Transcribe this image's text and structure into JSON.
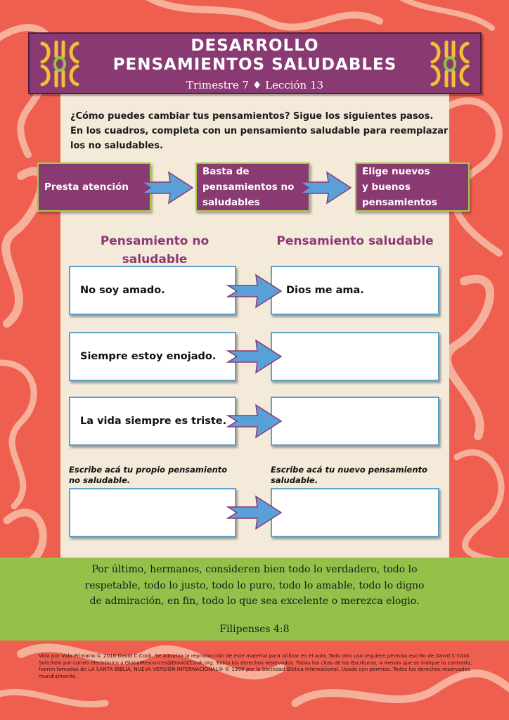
{
  "header": {
    "title_line1": "DESARROLLO",
    "title_line2": "PENSAMIENTOS SALUDABLES",
    "subtitle": "Trimestre 7 ♦ Lección 13"
  },
  "instructions": {
    "line1": "¿Cómo puedes cambiar tus pensamientos? Sigue los siguientes pasos.",
    "line2": "En los cuadros, completa con un pensamiento saludable para reemplazar los no saludables."
  },
  "steps": [
    {
      "label": "Presta atención"
    },
    {
      "label": "Basta de\npensamientos no\nsaludables"
    },
    {
      "label": "Elige nuevos\ny buenos\npensamientos"
    }
  ],
  "columns": {
    "left_heading": "Pensamiento no saludable",
    "right_heading": "Pensamiento saludable"
  },
  "rows": [
    {
      "unhealthy": "No soy amado.",
      "healthy": "Dios me ama."
    },
    {
      "unhealthy": "Siempre estoy enojado.",
      "healthy": ""
    },
    {
      "unhealthy": "La vida siempre es triste.",
      "healthy": ""
    }
  ],
  "custom": {
    "left_prompt": "Escribe acá tu propio pensamiento no saludable.",
    "right_prompt": "Escribe acá tu nuevo pensamiento saludable."
  },
  "verse": {
    "text": "Por último, hermanos, consideren bien todo lo verdadero, todo lo respetable, todo lo justo, todo lo puro, todo lo amable, todo lo digno de admiración, en fin, todo lo que sea excelente o merezca elogio.",
    "reference": "Filipenses 4:8"
  },
  "copyright": "Vida por Vida Primario © 2016 David C Cook. Se autoriza la reproducción de este material para utilizar en el aula. Todo otro uso requiere permiso escrito de David C Cook. Solicítelo por correo electrónico a GlobalResources@DavidCCook.org. Todos los derechos reservados. Todas las citas de las Escrituras, a menos que se indique lo contrario, fueron tomadas de LA SANTA BIBLIA, NUEVA VERSIÓN INTERNACIONAL® © 1999 por la Sociedad Bíblica Internacional. Usada con permiso. Todos los derechos reservados mundialmente.",
  "colors": {
    "background": "#ef5f4f",
    "swirl": "#f6b9a3",
    "purple": "#8a3a73",
    "green": "#93c14a",
    "arrow_blue": "#5aa0d8",
    "panel": "#f4ead9"
  }
}
